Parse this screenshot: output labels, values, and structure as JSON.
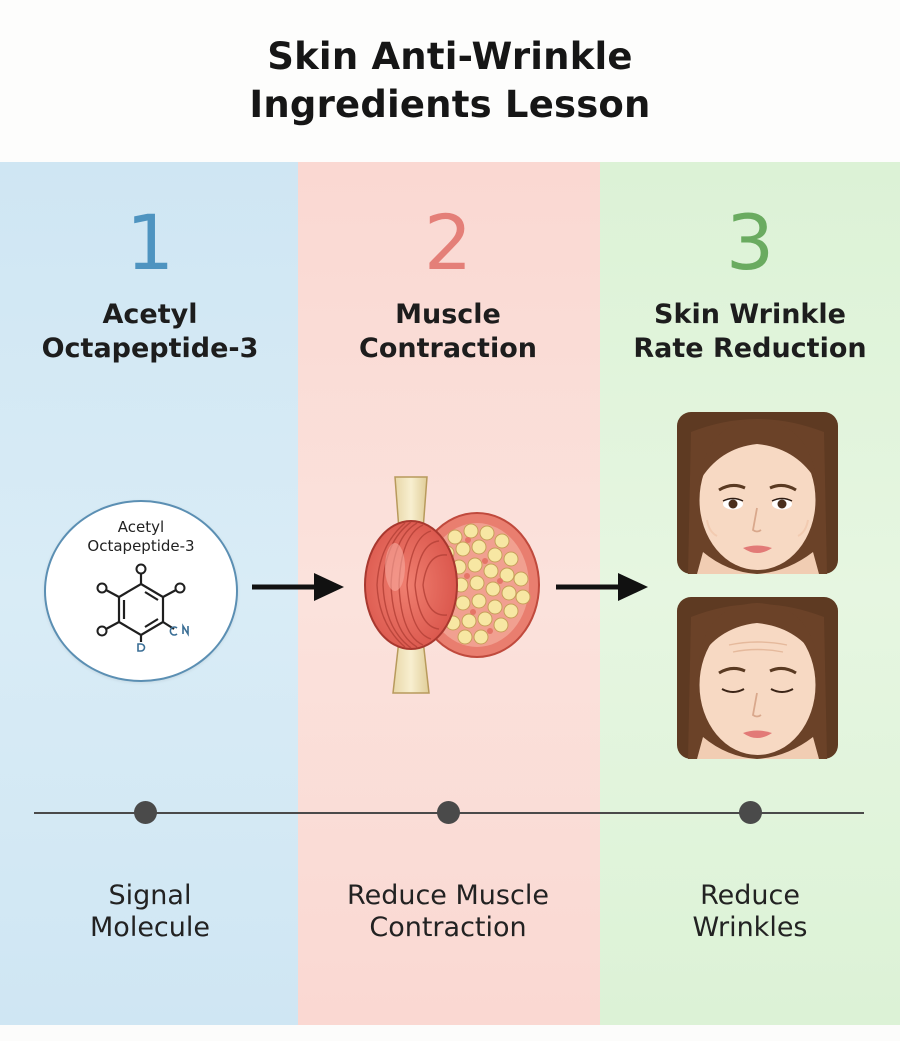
{
  "title": {
    "line1": "Skin Anti-Wrinkle",
    "line2": "Ingredients Lesson"
  },
  "colors": {
    "column1_bg": "#d3e8f4",
    "column2_bg": "#fadcd6",
    "column3_bg": "#e0f3da",
    "number1": "#4e94c0",
    "number2": "#e47f78",
    "number3": "#6aab60",
    "timeline": "#4a4a4a"
  },
  "steps": [
    {
      "number": "1",
      "title_line1": "Acetyl",
      "title_line2": "Octapeptide-3",
      "illustration": "molecule-structure-icon",
      "illustration_label_line1": "Acetyl",
      "illustration_label_line2": "Octapeptide-3",
      "outcome_line1": "Signal",
      "outcome_line2": "Molecule"
    },
    {
      "number": "2",
      "title_line1": "Muscle",
      "title_line2": "Contraction",
      "illustration": "muscle-cross-section-icon",
      "outcome_line1": "Reduce Muscle",
      "outcome_line2": "Contraction"
    },
    {
      "number": "3",
      "title_line1": "Skin Wrinkle",
      "title_line2": "Rate Reduction",
      "illustration": "face-before-after-icon",
      "outcome_line1": "Reduce",
      "outcome_line2": "Wrinkles"
    }
  ],
  "arrows": [
    "arrow-right-icon",
    "arrow-right-icon"
  ]
}
